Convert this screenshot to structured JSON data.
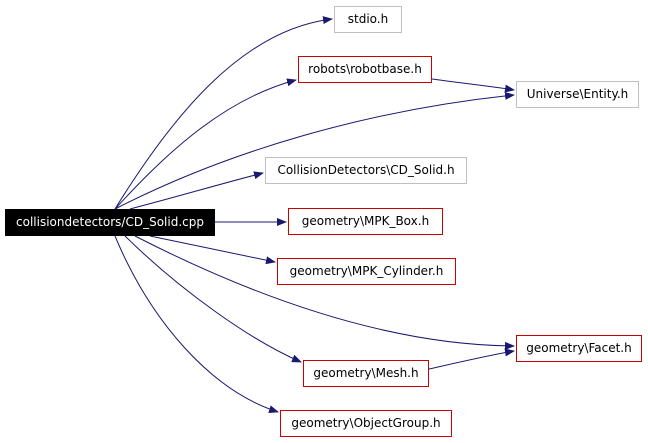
{
  "graph": {
    "root": {
      "id": "root",
      "label": "collisiondetectors/CD_Solid.cpp",
      "style": "root"
    },
    "nodes": [
      {
        "id": "stdio",
        "label": "stdio.h",
        "style": "normal"
      },
      {
        "id": "robotbase",
        "label": "robots\\robotbase.h",
        "style": "linked"
      },
      {
        "id": "entity",
        "label": "Universe\\Entity.h",
        "style": "normal"
      },
      {
        "id": "cdsolid",
        "label": "CollisionDetectors\\CD_Solid.h",
        "style": "normal"
      },
      {
        "id": "mpkbox",
        "label": "geometry\\MPK_Box.h",
        "style": "linked"
      },
      {
        "id": "mpkcyl",
        "label": "geometry\\MPK_Cylinder.h",
        "style": "linked"
      },
      {
        "id": "facet",
        "label": "geometry\\Facet.h",
        "style": "linked"
      },
      {
        "id": "mesh",
        "label": "geometry\\Mesh.h",
        "style": "linked"
      },
      {
        "id": "objgroup",
        "label": "geometry\\ObjectGroup.h",
        "style": "linked"
      }
    ],
    "edges": [
      {
        "from": "root",
        "to": "stdio"
      },
      {
        "from": "root",
        "to": "robotbase"
      },
      {
        "from": "root",
        "to": "entity"
      },
      {
        "from": "root",
        "to": "cdsolid"
      },
      {
        "from": "root",
        "to": "mpkbox"
      },
      {
        "from": "root",
        "to": "mpkcyl"
      },
      {
        "from": "root",
        "to": "facet"
      },
      {
        "from": "root",
        "to": "mesh"
      },
      {
        "from": "root",
        "to": "objgroup"
      },
      {
        "from": "robotbase",
        "to": "entity"
      },
      {
        "from": "mesh",
        "to": "facet"
      }
    ],
    "colors": {
      "edge": "#191970",
      "linked_border": "#cc0000",
      "normal_border": "#bfbfbf",
      "root_fill": "#000000"
    }
  }
}
